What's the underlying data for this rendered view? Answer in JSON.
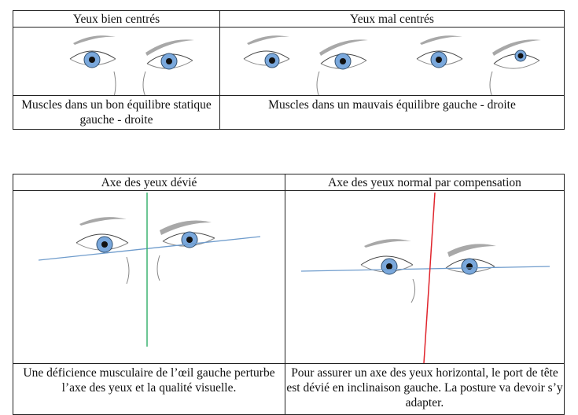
{
  "table_top": {
    "headers": [
      "Yeux bien centrés",
      "Yeux mal centrés"
    ],
    "captions": [
      "Muscles dans un bon équilibre statique gauche - droite",
      "Muscles dans un mauvais équilibre gauche - droite"
    ]
  },
  "table_bottom": {
    "headers": [
      "Axe des yeux dévié",
      "Axe des yeux normal par compensation"
    ],
    "captions": [
      "Une déficience musculaire de l’œil gauche perturbe l’axe des yeux et la qualité visuelle.",
      "Pour assurer un axe des yeux horizontal, le port de tête est dévié en inclinaison gauche. La posture va devoir s’y adapter."
    ]
  },
  "colors": {
    "iris": "#7aa8dc",
    "axis_blue": "#6f9ccc",
    "axis_green": "#3cb371",
    "axis_red": "#e0242c",
    "brow": "#a8a8a8"
  }
}
